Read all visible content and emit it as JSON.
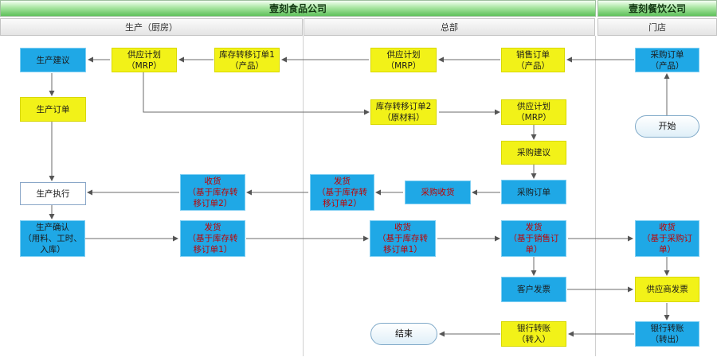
{
  "header": {
    "left_company": "壹刻食品公司",
    "right_company": "壹刻餐饮公司"
  },
  "lanes": {
    "production": "生产（厨房）",
    "hq": "总部",
    "store": "门店"
  },
  "nodes": {
    "prod_suggest": "生产建议",
    "supply_plan_a": "供应计划\n（MRP）",
    "transfer_order_1": "库存转移订单1\n（产品）",
    "supply_plan_b": "供应计划\n（MRP）",
    "sales_order": "销售订单\n（产品）",
    "store_purchase_order": "采购订单\n（产品）",
    "prod_order": "生产订单",
    "transfer_order_2": "库存转移订单2\n（原材料）",
    "supply_plan_c": "供应计划\n（MRP）",
    "start": "开始",
    "purchase_suggest": "采购建议",
    "prod_exec": "生产执行",
    "receive_2": "收货\n（基于库存转\n移订单2）",
    "ship_2": "发货\n（基于库存转\n移订单2）",
    "purchase_receive": "采购收货",
    "hq_purchase_order": "采购订单",
    "prod_confirm": "生产确认\n（用料、工时、\n入库）",
    "ship_1": "发货\n（基于库存转\n移订单1）",
    "receive_1": "收货\n（基于库存转\n移订单1）",
    "ship_sales": "发货\n（基于销售订\n单）",
    "store_receive": "收货\n（基于采购订\n单）",
    "customer_invoice": "客户发票",
    "supplier_invoice": "供应商发票",
    "end": "结束",
    "bank_in": "银行转账\n（转入）",
    "bank_out": "银行转账\n（转出）"
  },
  "colors": {
    "blue_box": "#1fa8e6",
    "yellow_box": "#f2f218",
    "red_text": "#c00000",
    "connector": "#666666",
    "header_green": "#5ec05a"
  }
}
